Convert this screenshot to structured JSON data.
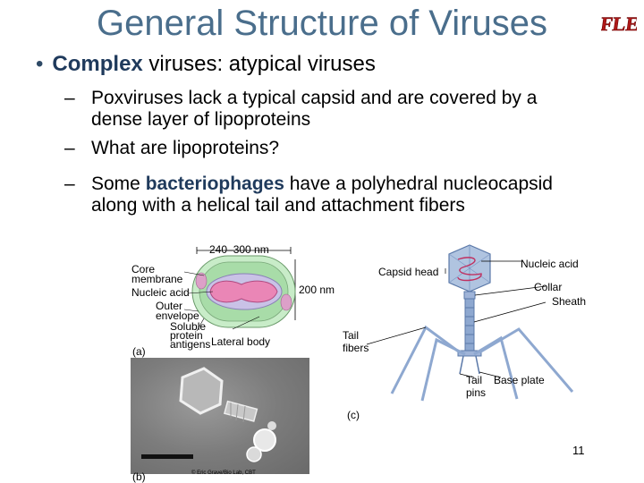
{
  "title": "General Structure of Viruses",
  "logo_text": "FLEX",
  "bullet": {
    "bold": "Complex",
    "rest": " viruses: atypical viruses"
  },
  "subs": [
    {
      "dash": "–",
      "line1": "Poxviruses lack a typical capsid and are covered by a",
      "line2": "dense layer of lipoproteins"
    },
    {
      "dash": "–",
      "line1": "What are lipoproteins?"
    },
    {
      "dash": "–",
      "pre": "Some ",
      "bold": "bacteriophages",
      "post": " have a polyhedral nucleocapsid",
      "line2": "along with a helical tail and attachment fibers"
    }
  ],
  "pox": {
    "size_top": "240–300 nm",
    "size_right": "200 nm",
    "core_membrane": "Core\nmembrane",
    "nucleic_acid": "Nucleic acid",
    "outer_envelope": "Outer\nenvelope",
    "soluble_protein": "Soluble\nprotein\nantigens",
    "lateral_body": "Lateral body",
    "part_a": "(a)",
    "part_b": "(b)",
    "credit": "© Eric Grave/Bio Lab, CBT"
  },
  "phage": {
    "nucleic_acid": "Nucleic acid",
    "capsid_head": "Capsid head",
    "collar": "Collar",
    "sheath": "Sheath",
    "tail_fibers": "Tail\nfibers",
    "tail_pins": "Tail\npins",
    "base_plate": "Base plate",
    "part_c": "(c)"
  },
  "slide_number": "11",
  "colors": {
    "title": "#4a6e8c",
    "emphasis": "#1f3a5c",
    "envelope": "#a8e0a8",
    "core": "#e87fb0"
  }
}
